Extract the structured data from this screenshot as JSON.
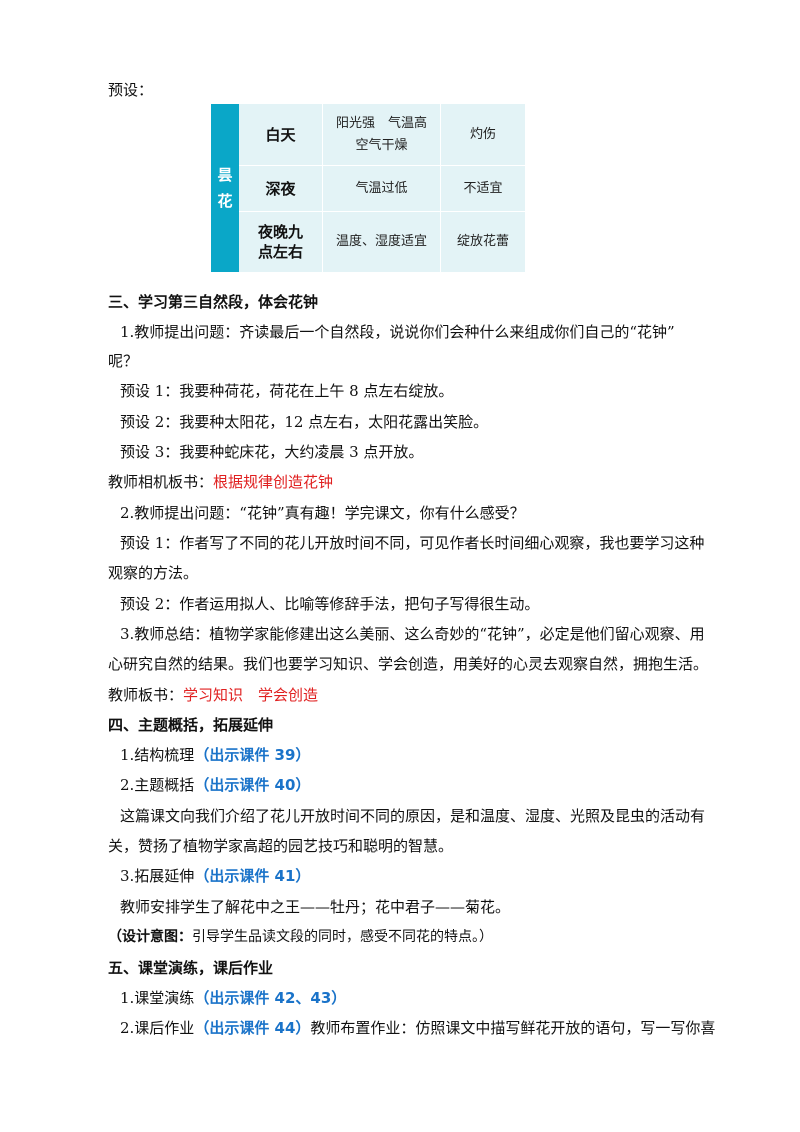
{
  "preset_label": "预设：",
  "table": {
    "side_label": [
      "昙",
      "花"
    ],
    "rows": [
      {
        "time": "白天",
        "condition": "阳光强　气温高\n空气干燥",
        "result": "灼伤"
      },
      {
        "time": "深夜",
        "condition": "气温过低",
        "result": "不适宜"
      },
      {
        "time": "夜晚九\n点左右",
        "condition": "温度、湿度适宜",
        "result": "绽放花蕾"
      }
    ]
  },
  "sec3": {
    "title": "三、学习第三自然段，体会花钟",
    "q1_line1": "1.教师提出问题：齐读最后一个自然段，说说你们会种什么来组成你们自己的“花钟”",
    "q1_line2": "呢？",
    "p1": "预设 1：我要种荷花，荷花在上午 8 点左右绽放。",
    "p2": "预设 2：我要种太阳花，12 点左右，太阳花露出笑脸。",
    "p3": "预设 3：我要种蛇床花，大约凌晨 3 点开放。",
    "board1_label": "教师相机板书：",
    "board1_text": "根据规律创造花钟",
    "q2": "2.教师提出问题：“花钟”真有趣！学完课文，你有什么感受？",
    "p4_line1": "预设 1：作者写了不同的花儿开放时间不同，可见作者长时间细心观察，我也要学习这种",
    "p4_line2": "观察的方法。",
    "p5": "预设 2：作者运用拟人、比喻等修辞手法，把句子写得很生动。",
    "sum_line1": "3.教师总结：植物学家能修建出这么美丽、这么奇妙的“花钟”，必定是他们留心观察、用",
    "sum_line2": "心研究自然的结果。我们也要学习知识、学会创造，用美好的心灵去观察自然，拥抱生活。",
    "board2_label": "教师板书：",
    "board2_text": "学习知识　学会创造"
  },
  "sec4": {
    "title": "四、主题概括，拓展延伸",
    "i1": "1.结构梳理",
    "i1_tag": "（出示课件 39）",
    "i2": "2.主题概括",
    "i2_tag": "（出示课件 40）",
    "para_line1": "这篇课文向我们介绍了花儿开放时间不同的原因，是和温度、湿度、光照及昆虫的活动有",
    "para_line2": "关，赞扬了植物学家高超的园艺技巧和聪明的智慧。",
    "i3": "3.拓展延伸",
    "i3_tag": "（出示课件 41）",
    "ext": "教师安排学生了解花中之王——牡丹；花中君子——菊花。",
    "design_label": "（设计意图：",
    "design_text": "引导学生品读文段的同时，感受不同花的特点。）"
  },
  "sec5": {
    "title": "五、课堂演练，课后作业",
    "i1": "1.课堂演练",
    "i1_tag": "（出示课件 42、43）",
    "i2": "2.课后作业",
    "i2_tag": "（出示课件 44）",
    "i2_text": "教师布置作业：仿照课文中描写鲜花开放的语句，写一写你喜"
  }
}
